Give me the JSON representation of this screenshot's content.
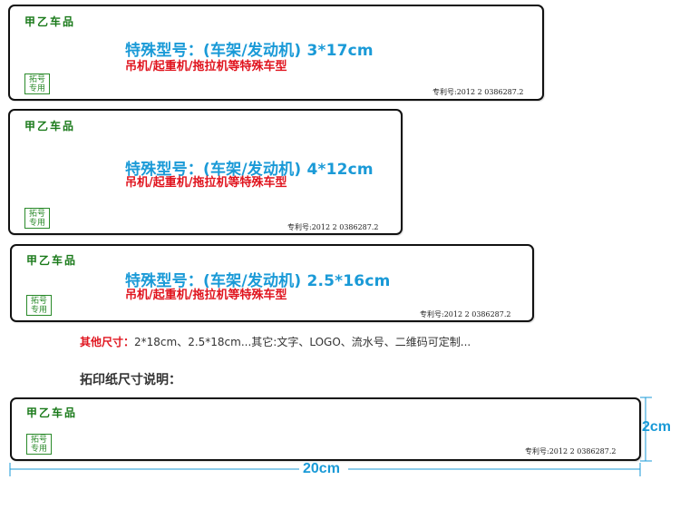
{
  "colors": {
    "brand_green": "#1a7a1a",
    "size_blue": "#1a9ad7",
    "type_red": "#e0141e"
  },
  "cards": [
    {
      "brand": "甲乙车品",
      "size_text": "特殊型号：(车架/发动机) 3*17cm",
      "type_text": "吊机/起重机/拖拉机等特殊车型",
      "stamp": [
        "拓号",
        "专用"
      ],
      "patent": "专利号:2012 2 0386287.2"
    },
    {
      "brand": "甲乙车品",
      "size_text": "特殊型号：(车架/发动机) 4*12cm",
      "type_text": "吊机/起重机/拖拉机等特殊车型",
      "stamp": [
        "拓号",
        "专用"
      ],
      "patent": "专利号:2012 2 0386287.2"
    },
    {
      "brand": "甲乙车品",
      "size_text": "特殊型号：(车架/发动机) 2.5*16cm",
      "type_text": "吊机/起重机/拖拉机等特殊车型",
      "stamp": [
        "拓号",
        "专用"
      ],
      "patent": "专利号:2012 2 0386287.2"
    },
    {
      "brand": "甲乙车品",
      "stamp": [
        "拓号",
        "专用"
      ],
      "patent": "专利号:2012 2 0386287.2"
    }
  ],
  "other_sizes": {
    "label": "其他尺寸：",
    "text": "2*18cm、2.5*18cm...其它:文字、LOGO、流水号、二维码可定制..."
  },
  "paper_title": "拓印纸尺寸说明：",
  "dimensions": {
    "height": "2cm",
    "width": "20cm"
  }
}
